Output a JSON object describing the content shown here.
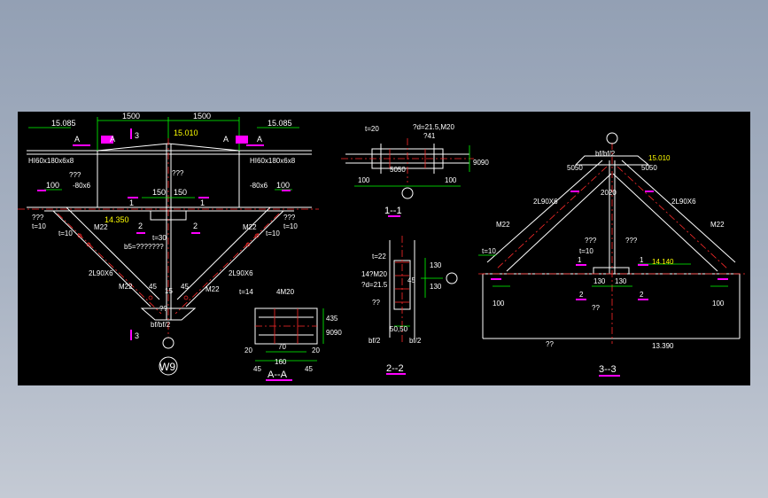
{
  "drawing": {
    "title_label": "W9",
    "section_1": {
      "label": "1--1",
      "plate_note": "t=20",
      "bolt_note": "?d=21.5,M20",
      "bolt_count": "?41",
      "dims_bottom": [
        "100",
        "5050",
        "100"
      ],
      "dim_right": "9090"
    },
    "section_2": {
      "label": "2--2",
      "plate_note": "t=22",
      "bolt_note": "14?M20",
      "hole_note": "?d=21.5",
      "gusset_note": "??",
      "dims_right": [
        "130",
        "130"
      ],
      "dim_mid": "45",
      "dim_bottom": "50,50",
      "weld_left": "bf/2",
      "weld_right": "bf/2"
    },
    "section_3": {
      "label": "3--3",
      "elevation_top": "15.010",
      "elevation_mid": "14.140",
      "elevation_bottom": "13.390",
      "brace_left": "2L90X6",
      "brace_right": "2L90X6",
      "bolt_left": "M22",
      "bolt_right": "M22",
      "dims_top": [
        "5050",
        "5050"
      ],
      "dim_center": "2020",
      "dims_base": [
        "130",
        "130"
      ],
      "dim_left": "100",
      "dim_right": "100",
      "plate_left": "t=10",
      "plate_right": "t=10",
      "notes": [
        "???",
        "???",
        "??",
        "??"
      ],
      "weld_top": "bf/bf/2",
      "marks": [
        "1",
        "1",
        "2",
        "2"
      ]
    },
    "section_aa": {
      "label": "A--A",
      "plate_note": "t=14",
      "bolt_note": "4M20",
      "dim_inner": "70",
      "dim_total": "160",
      "dims_side": [
        "20",
        "20"
      ],
      "dims_corner": [
        "45",
        "45"
      ],
      "dim_right": "435",
      "dim_right2": "9090"
    },
    "main_view": {
      "dims_top": [
        "1500",
        "1500"
      ],
      "elevation_top": "15.010",
      "elevation_left": "15.085",
      "elevation_right": "15.085",
      "elevation_mid": "14.350",
      "beam_left": "HI60x180x6x8",
      "beam_right": "HI60x180x6x8",
      "plate_left": "-80x6",
      "plate_right": "-80x6",
      "dims_mid": [
        "150",
        "150"
      ],
      "dim_left": "100",
      "dim_right": "100",
      "brace_left": "2L90X6",
      "brace_right": "2L90X6",
      "bolt_left": "M22",
      "bolt_right": "M22",
      "bolt_bottom_left": "M22",
      "bolt_bottom_right": "M22",
      "section_marks": [
        "A",
        "A",
        "A",
        "A",
        "3",
        "3",
        "1",
        "1",
        "2",
        "2"
      ],
      "notes": [
        "???",
        "???",
        "???",
        "???",
        "t=10",
        "t=10",
        "t=10",
        "t=10",
        "??"
      ],
      "center_note": "b5=???????",
      "center_plate": "t=30",
      "weld_bottom": "bf/bf/2",
      "dims_bottom": [
        "45",
        "45",
        "15"
      ]
    }
  },
  "colors": {
    "background": "#000000",
    "line_white": "#ffffff",
    "dim_green": "#00ff00",
    "hatch_red": "#ff2a2a",
    "cyan": "#00ffff",
    "magenta": "#ff00ff",
    "yellow": "#ffff00",
    "page_gradient_top": "#93a0b4"
  }
}
